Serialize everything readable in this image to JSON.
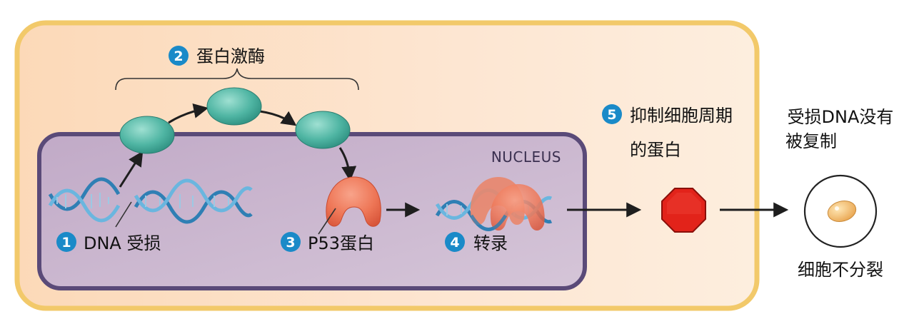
{
  "labels": {
    "step1_num": "1",
    "step1_text": "DNA 受损",
    "step2_num": "2",
    "step2_text": "蛋白激酶",
    "step3_num": "3",
    "step3_text": "P53蛋白",
    "step4_num": "4",
    "step4_text": "转录",
    "step5_num": "5",
    "step5_line1": "抑制细胞周期",
    "step5_line2": "的蛋白",
    "nucleus": "NUCLEUS",
    "result_line1": "受损DNA没有",
    "result_line2": "被复制",
    "cell_caption": "细胞不分裂"
  },
  "colors": {
    "cell_fill": "#fde0c6",
    "cell_border": "#f2c96a",
    "nucleus_fill": "#c7b2cc",
    "nucleus_border": "#5a4a78",
    "kinase": "#52b9a8",
    "p53": "#ee7656",
    "stop_sign": "#e2231a",
    "badge": "#1a8ac8",
    "dna": "#3a8fc4"
  },
  "icons": {
    "kinase_ovals": "protein-kinase-oval",
    "p53": "p53-protein-shape",
    "stop": "octagon-stop-icon",
    "dna": "dna-helix-icon"
  }
}
